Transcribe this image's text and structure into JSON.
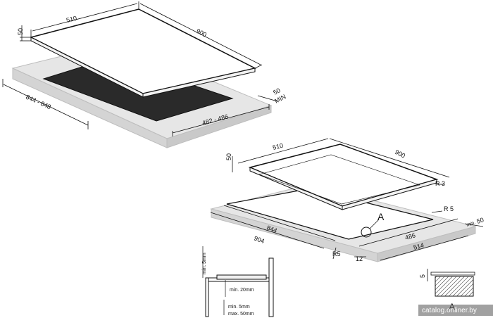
{
  "diagram1": {
    "top_width": "510",
    "top_length": "900",
    "thickness": "50",
    "cutout_depth": "844 - 848",
    "cutout_width": "482 - 486",
    "min_clear_value": "50",
    "min_clear_unit": "MIN"
  },
  "diagram2": {
    "top_width": "510",
    "top_length": "900",
    "thickness": "50",
    "corner_radius_top": "R 3",
    "corner_radius_cutout": "R 5",
    "cutout_radius_left": "R5",
    "detail_callout": "A",
    "cutout_depth_inner": "844",
    "cutout_depth_outer": "904",
    "cutout_width_inner": "486",
    "cutout_width_outer": "514",
    "edge_offset": "12",
    "side_min_label": "min.",
    "side_min_value": "50"
  },
  "section_detail": {
    "top_min_label": "min. 5mm",
    "gap_min_label": "min. 20mm",
    "bottom_min_label": "min. 5mm",
    "bottom_max_label": "max. 50mm"
  },
  "detail_a": {
    "label": "A",
    "dimension": "5"
  },
  "watermark": "catalog.onliner.by"
}
